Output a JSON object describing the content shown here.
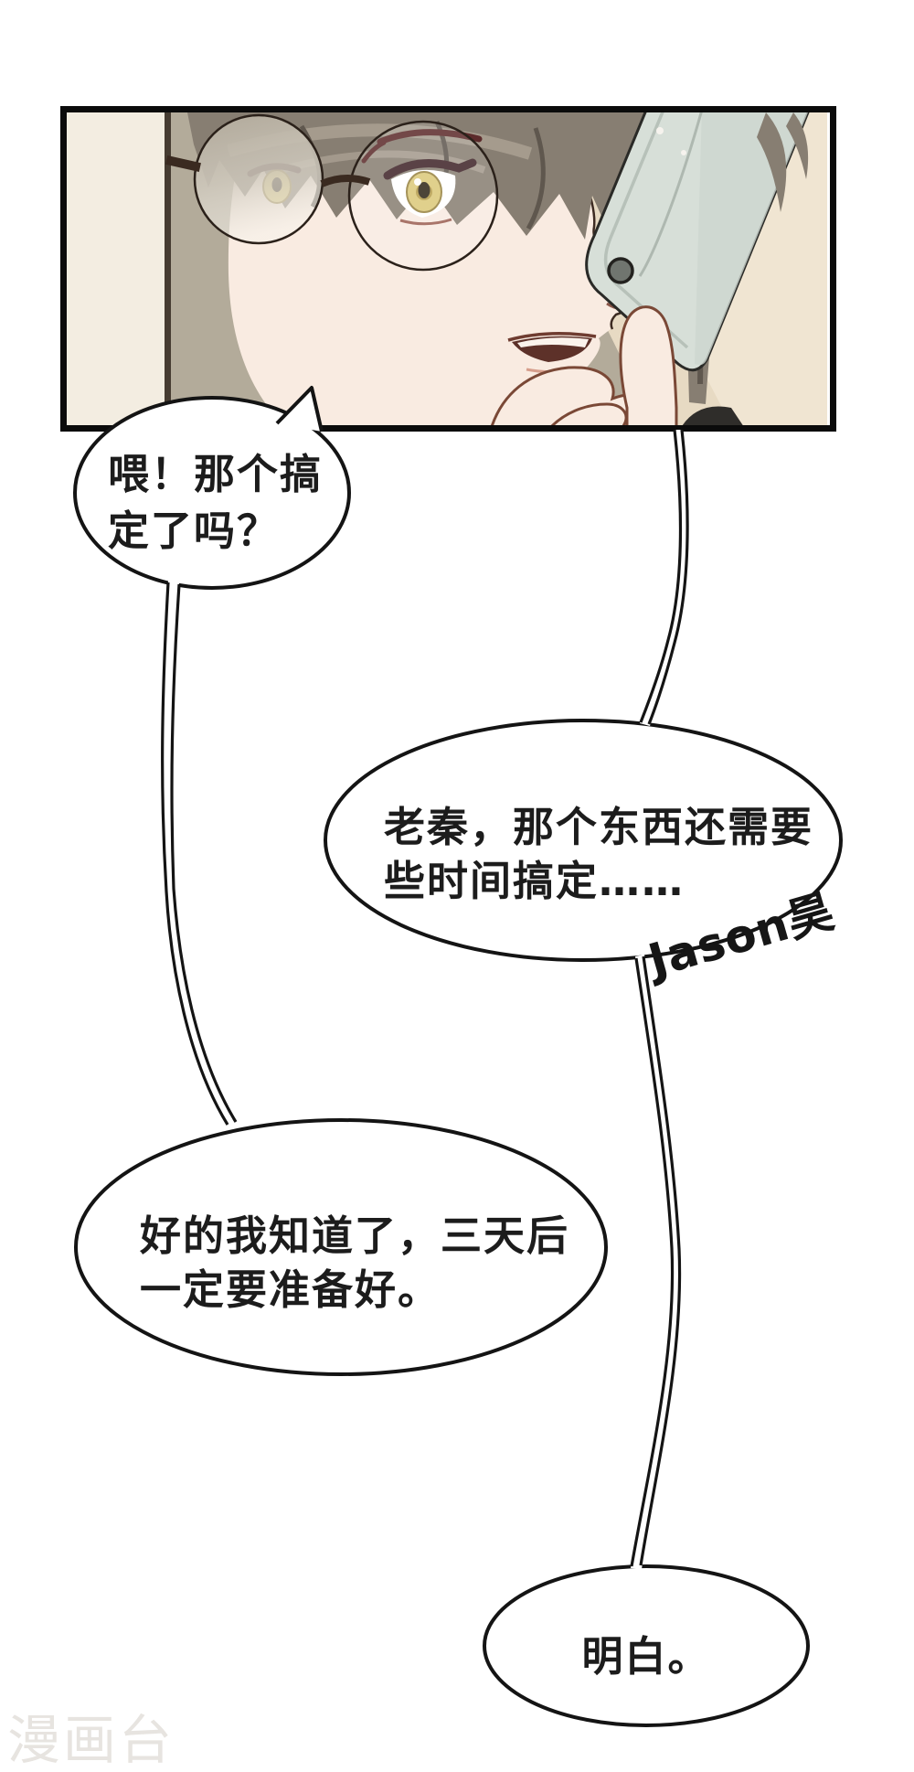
{
  "page": {
    "kind": "comic-page"
  },
  "panel": {
    "description": "man-with-glasses-on-phone"
  },
  "bubbles": [
    {
      "speaker": "left",
      "lines": [
        "喂！那个搞",
        "定了吗？"
      ]
    },
    {
      "speaker": "right",
      "lines": [
        "老秦，那个东西还需要",
        "些时间搞定……"
      ]
    },
    {
      "speaker": "left",
      "lines": [
        "好的我知道了，三天后",
        "一定要准备好。"
      ]
    },
    {
      "speaker": "right",
      "lines": [
        "明白。"
      ]
    }
  ],
  "signature": {
    "text": "Jason昊"
  },
  "watermark": {
    "text": "漫画台",
    "color": "#e7e4e0"
  },
  "colors": {
    "ink": "#141414",
    "paper": "#ffffff",
    "wall_cream": "#f3ede1",
    "wall_taupe": "#b3ab9a",
    "wall_light": "#f0e5d2",
    "wall_shadow": "#e7dac3",
    "divider": "#463c31",
    "hair": "#877e72",
    "hair_dark": "#5f574e",
    "hair_light": "#a89e90",
    "skin": "#f9ebe1",
    "skin_line": "#7a4836",
    "phone": "#d7dfd8",
    "phone_shade": "#cdd6cf",
    "camera": "#70756f",
    "eye_iris": "#dbc97a",
    "lash": "#3f2428",
    "brow": "#5c2b2b",
    "frame": "#3a2a20",
    "clothes": "#2f2d2a"
  }
}
